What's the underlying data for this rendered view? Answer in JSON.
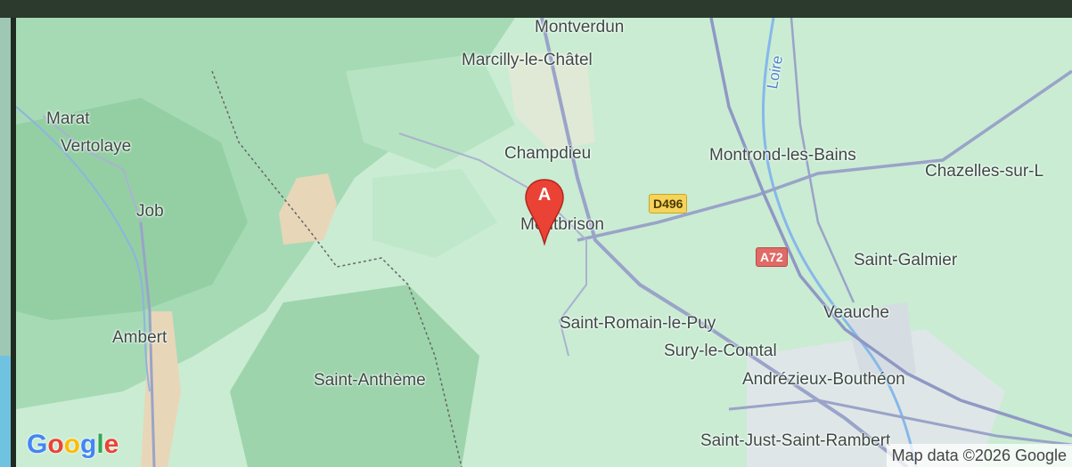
{
  "map": {
    "places": [
      {
        "id": "montverdun",
        "name": "Montverdun"
      },
      {
        "id": "marcilly",
        "name": "Marcilly-le-Châtel"
      },
      {
        "id": "marat",
        "name": "Marat"
      },
      {
        "id": "vertolaye",
        "name": "Vertolaye"
      },
      {
        "id": "champdieu",
        "name": "Champdieu"
      },
      {
        "id": "montrond",
        "name": "Montrond-les-Bains"
      },
      {
        "id": "chazelles",
        "name": "Chazelles-sur-L"
      },
      {
        "id": "job",
        "name": "Job"
      },
      {
        "id": "montbrison",
        "name": "Montbrison"
      },
      {
        "id": "saint-galmier",
        "name": "Saint-Galmier"
      },
      {
        "id": "veauche",
        "name": "Veauche"
      },
      {
        "id": "saint-romain",
        "name": "Saint-Romain-le-Puy"
      },
      {
        "id": "ambert",
        "name": "Ambert"
      },
      {
        "id": "sury",
        "name": "Sury-le-Comtal"
      },
      {
        "id": "saint-antheme",
        "name": "Saint-Anthème"
      },
      {
        "id": "andrezieux",
        "name": "Andrézieux-Bouthéon"
      },
      {
        "id": "saint-just",
        "name": "Saint-Just-Saint-Rambert"
      }
    ],
    "river": "Loire",
    "roads": {
      "d496": "D496",
      "a72": "A72"
    },
    "marker": {
      "letter": "A",
      "color": "#ea4335"
    },
    "logo": {
      "letters": [
        "G",
        "o",
        "o",
        "g",
        "l",
        "e"
      ],
      "colors": [
        "#4285f4",
        "#ea4335",
        "#fbbc05",
        "#4285f4",
        "#34a853",
        "#ea4335"
      ]
    },
    "attribution": "Map data ©2026 Google"
  }
}
